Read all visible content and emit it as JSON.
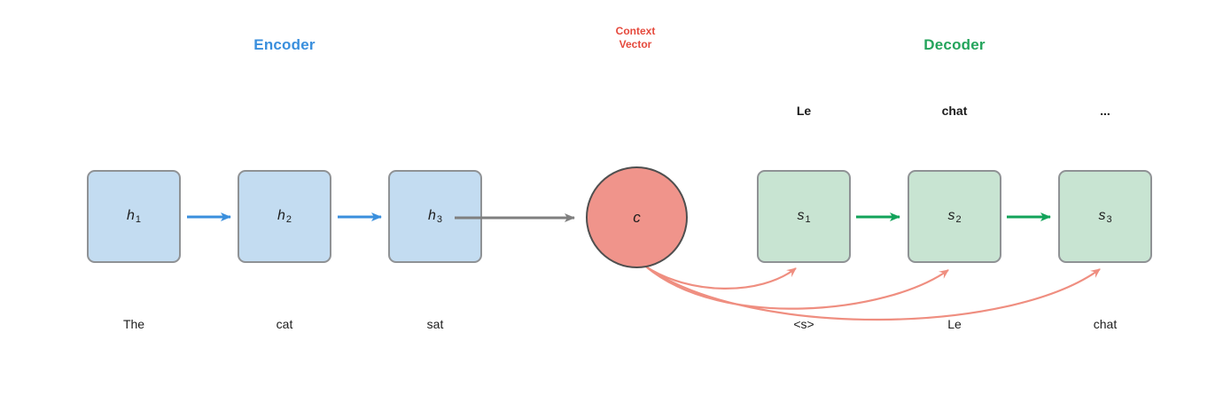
{
  "titles": {
    "encoder": "Encoder",
    "context_line1": "Context",
    "context_line2": "Vector",
    "decoder": "Decoder"
  },
  "encoder": {
    "units": [
      {
        "base": "h",
        "sub": "1",
        "input": "The"
      },
      {
        "base": "h",
        "sub": "2",
        "input": "cat"
      },
      {
        "base": "h",
        "sub": "3",
        "input": "sat"
      }
    ]
  },
  "context": {
    "label": "c"
  },
  "decoder": {
    "units": [
      {
        "base": "s",
        "sub": "1",
        "output": "Le",
        "input": "<s>"
      },
      {
        "base": "s",
        "sub": "2",
        "output": "chat",
        "input": "Le"
      },
      {
        "base": "s",
        "sub": "3",
        "output": "...",
        "input": "chat"
      }
    ]
  },
  "colors": {
    "background": "#ffffff",
    "text": "#1c1c1c",
    "encoder_title": "#3a8fdd",
    "encoder_box_fill": "#c3dcf1",
    "encoder_box_border": "#8f9295",
    "encoder_arrow": "#3a8fdd",
    "decoder_title": "#24a45c",
    "decoder_box_fill": "#c8e4d2",
    "decoder_box_border": "#8f9295",
    "decoder_arrow": "#12a35a",
    "context_title": "#e5493c",
    "context_fill": "#f0948b",
    "context_border": "#4f4f4f",
    "context_arrow": "#ef8e80",
    "transfer_arrow": "#7f7f7f"
  }
}
